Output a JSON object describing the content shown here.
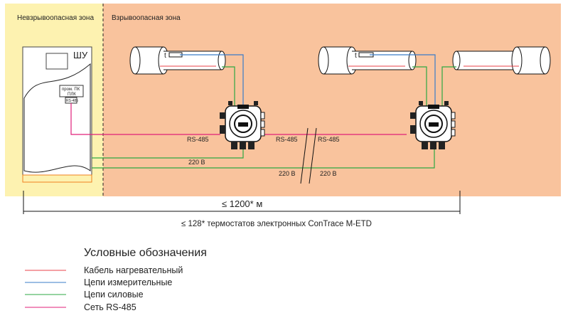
{
  "zones": {
    "safe": "Невзрывоопасная зона",
    "hazardous": "Взрывоопасная зона"
  },
  "cabinet": {
    "label": "ШУ",
    "plc_line1": "пром. ПК",
    "plc_line2": "ПЛК",
    "port": "RS-485"
  },
  "sensor_label": "t",
  "wires": {
    "rs485_a": "RS-485",
    "rs485_b": "RS-485",
    "rs485_c": "RS-485",
    "power_a": "220 В",
    "power_b": "220 В",
    "power_c": "220 В"
  },
  "dimension": {
    "length": "≤ 1200* м",
    "count": "≤ 128* термостатов электронных ConTrace M-ETD"
  },
  "legend": {
    "title": "Условные обозначения",
    "items": [
      {
        "label": "Кабель нагревательный",
        "color": "#e8404a"
      },
      {
        "label": "Цепи измерительные",
        "color": "#3a7cc8"
      },
      {
        "label": "Цепи силовые",
        "color": "#2ea843"
      },
      {
        "label": "Сеть RS-485",
        "color": "#e0207a"
      }
    ]
  },
  "colors": {
    "safe_zone": "#fdf2b0",
    "hazard_zone": "#f9c39d",
    "heating": "#e8404a",
    "measure": "#3a7cc8",
    "power": "#2ea843",
    "rs485": "#e0207a"
  }
}
